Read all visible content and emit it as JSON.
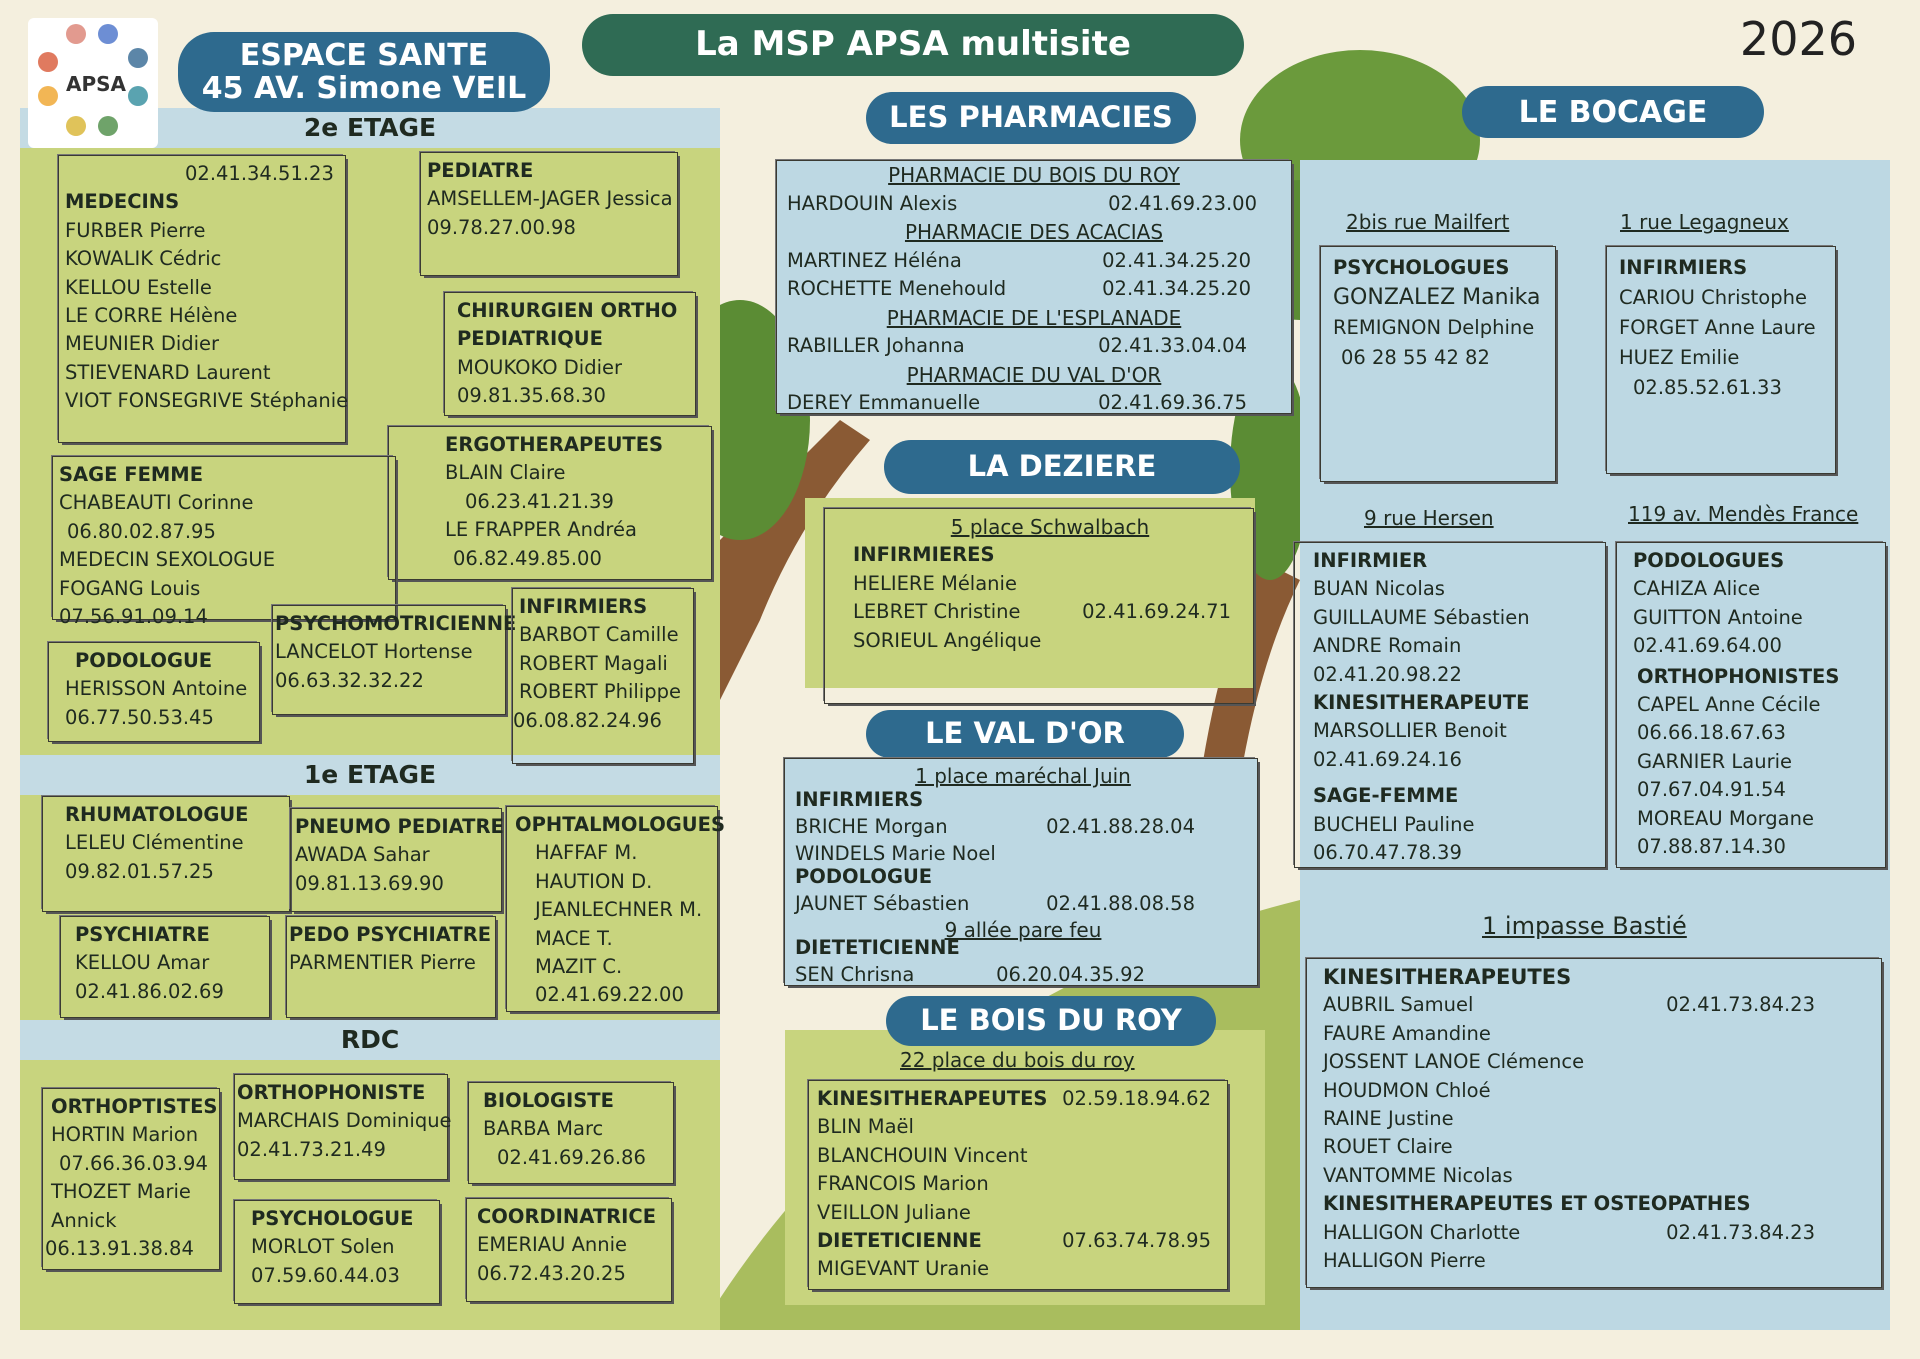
{
  "header": {
    "logo_text": "APSA",
    "espace_line1": "ESPACE SANTE",
    "espace_line2": "45 AV. Simone VEIL",
    "main_title": "La MSP APSA multisite",
    "year": "2026"
  },
  "floors": {
    "f2": "2e ETAGE",
    "f1": "1e ETAGE",
    "rdc": "RDC"
  },
  "sections": {
    "pharmacies": "LES PHARMACIES",
    "bocage": "LE BOCAGE",
    "deziere": "LA DEZIERE",
    "valdor": "LE VAL D'OR",
    "boisduroy": "LE BOIS DU ROY"
  },
  "espace": {
    "medecins": {
      "phone": "02.41.34.51.23",
      "title": "MEDECINS",
      "names": [
        "FURBER Pierre",
        "KOWALIK Cédric",
        "KELLOU Estelle",
        "LE CORRE Hélène",
        "MEUNIER Didier",
        "STIEVENARD Laurent",
        "VIOT FONSEGRIVE Stéphanie"
      ]
    },
    "pediatre": {
      "title": "PEDIATRE",
      "name": "AMSELLEM-JAGER Jessica",
      "phone": "09.78.27.00.98"
    },
    "chirurgien": {
      "title1": "CHIRURGIEN ORTHO",
      "title2": "PEDIATRIQUE",
      "name": "MOUKOKO Didier",
      "phone": "09.81.35.68.30"
    },
    "ergo": {
      "title": "ERGOTHERAPEUTES",
      "name1": "BLAIN Claire",
      "phone1": "06.23.41.21.39",
      "name2": "LE FRAPPER  Andréa",
      "phone2": "06.82.49.85.00"
    },
    "sagefemme": {
      "title": "SAGE FEMME",
      "name": "CHABEAUTI Corinne",
      "phone": "06.80.02.87.95",
      "title2": "MEDECIN SEXOLOGUE",
      "name2": "FOGANG Louis",
      "phone2": "07.56.91.09.14"
    },
    "podologue": {
      "title": "PODOLOGUE",
      "name": "HERISSON Antoine",
      "phone": "06.77.50.53.45"
    },
    "psychomot": {
      "title": "PSYCHOMOTRICIENNE",
      "name": "LANCELOT Hortense",
      "phone": "06.63.32.32.22"
    },
    "infirmiers": {
      "title": "INFIRMIERS",
      "names": [
        "BARBOT Camille",
        "ROBERT Magali",
        "ROBERT Philippe"
      ],
      "phone": "06.08.82.24.96"
    },
    "rhumato": {
      "title": "RHUMATOLOGUE",
      "name": "LELEU Clémentine",
      "phone": "09.82.01.57.25"
    },
    "pneumo": {
      "title": "PNEUMO PEDIATRE",
      "name": "AWADA Sahar",
      "phone": "09.81.13.69.90"
    },
    "ophtalmo": {
      "title": "OPHTALMOLOGUES",
      "names": [
        "HAFFAF M.",
        "HAUTION D.",
        "JEANLECHNER M.",
        "MACE T.",
        "MAZIT C."
      ],
      "phone": "02.41.69.22.00"
    },
    "psychiatre": {
      "title": "PSYCHIATRE",
      "name": "KELLOU Amar",
      "phone": "02.41.86.02.69"
    },
    "pedopsy": {
      "title": "PEDO PSYCHIATRE",
      "name": "PARMENTIER Pierre"
    },
    "orthoptistes": {
      "title": "ORTHOPTISTES",
      "name1": "HORTIN Marion",
      "phone1": "07.66.36.03.94",
      "name2a": "THOZET Marie",
      "name2b": "Annick",
      "phone2": "06.13.91.38.84"
    },
    "orthophoniste": {
      "title": "ORTHOPHONISTE",
      "name": "MARCHAIS Dominique",
      "phone": "02.41.73.21.49"
    },
    "biologiste": {
      "title": "BIOLOGISTE",
      "name": "BARBA Marc",
      "phone": "02.41.69.26.86"
    },
    "psychologue": {
      "title": "PSYCHOLOGUE",
      "name": "MORLOT Solen",
      "phone": "07.59.60.44.03"
    },
    "coordinatrice": {
      "title": "COORDINATRICE",
      "name": "EMERIAU Annie",
      "phone": "06.72.43.20.25"
    }
  },
  "pharmacies": [
    {
      "name": "PHARMACIE DU BOIS DU ROY",
      "people": [
        {
          "name": "HARDOUIN Alexis",
          "phone": "02.41.69.23.00"
        }
      ]
    },
    {
      "name": "PHARMACIE DES ACACIAS",
      "people": [
        {
          "name": "MARTINEZ Héléna",
          "phone": "02.41.34.25.20"
        },
        {
          "name": "ROCHETTE Menehould",
          "phone": "02.41.34.25.20"
        }
      ]
    },
    {
      "name": "PHARMACIE DE L'ESPLANADE",
      "people": [
        {
          "name": "RABILLER Johanna",
          "phone": "02.41.33.04.04"
        }
      ]
    },
    {
      "name": "PHARMACIE DU VAL D'OR",
      "people": [
        {
          "name": "DEREY Emmanuelle",
          "phone": "02.41.69.36.75"
        }
      ]
    }
  ],
  "deziere": {
    "address": "5 place Schwalbach",
    "title": "INFIRMIERES",
    "names": [
      "HELIERE Mélanie",
      "LEBRET Christine",
      "SORIEUL Angélique"
    ],
    "phone": "02.41.69.24.71"
  },
  "valdor": {
    "address1": "1 place maréchal Juin",
    "t1": "INFIRMIERS",
    "n1": "BRICHE Morgan",
    "p1": "02.41.88.28.04",
    "n2": "WINDELS Marie Noel",
    "t2": "PODOLOGUE",
    "n3": "JAUNET Sébastien",
    "p3": "02.41.88.08.58",
    "address2": "9 allée pare feu",
    "t3": "DIETETICIENNE",
    "n4": "SEN Chrisna",
    "p4": "06.20.04.35.92"
  },
  "boisduroy": {
    "address": "22 place du bois du roy",
    "t1": "KINESITHERAPEUTES",
    "p1": "02.59.18.94.62",
    "names": [
      "BLIN Maël",
      "BLANCHOUIN Vincent",
      "FRANCOIS Marion",
      "VEILLON Juliane"
    ],
    "t2": "DIETETICIENNE",
    "p2": "07.63.74.78.95",
    "n2": "MIGEVANT Uranie"
  },
  "bocage": {
    "a1": "2bis rue Mailfert",
    "a2": "1 rue Legagneux",
    "psy": {
      "title": "PSYCHOLOGUES",
      "name1": "GONZALEZ Manika",
      "name2": "REMIGNON Delphine",
      "phone": "06 28 55 42 82"
    },
    "inf": {
      "title": "INFIRMIERS",
      "names": [
        "CARIOU Christophe",
        "FORGET Anne Laure",
        "HUEZ Emilie"
      ],
      "phone": "02.85.52.61.33"
    },
    "a3": "9 rue Hersen",
    "a4": "119 av. Mendès France",
    "hersen": {
      "t1": "INFIRMIER",
      "names": [
        "BUAN Nicolas",
        "GUILLAUME Sébastien",
        "ANDRE Romain"
      ],
      "p1": "02.41.20.98.22",
      "t2": "KINESITHERAPEUTE",
      "n2": "MARSOLLIER Benoit",
      "p2": "02.41.69.24.16",
      "t3": "SAGE-FEMME",
      "n3": "BUCHELI Pauline",
      "p3": "06.70.47.78.39"
    },
    "mendes": {
      "t1": "PODOLOGUES",
      "names1": [
        "CAHIZA Alice",
        "GUITTON Antoine"
      ],
      "p1": "02.41.69.64.00",
      "t2": "ORTHOPHONISTES",
      "n2": "CAPEL Anne Cécile",
      "p2": "06.66.18.67.63",
      "n3": "GARNIER Laurie",
      "p3": "07.67.04.91.54",
      "n4": "MOREAU Morgane",
      "p4": "07.88.87.14.30"
    },
    "a5": "1 impasse Bastié",
    "bastie": {
      "t1": "KINESITHERAPEUTES",
      "p1": "02.41.73.84.23",
      "names": [
        "AUBRIL Samuel",
        "FAURE Amandine",
        "JOSSENT LANOE Clémence",
        "HOUDMON Chloé",
        "RAINE Justine",
        "ROUET Claire",
        "VANTOMME Nicolas"
      ],
      "t2": "KINESITHERAPEUTES ET OSTEOPATHES",
      "n2a": "HALLIGON Charlotte",
      "p2": "02.41.73.84.23",
      "n2b": "HALLIGON Pierre"
    }
  }
}
